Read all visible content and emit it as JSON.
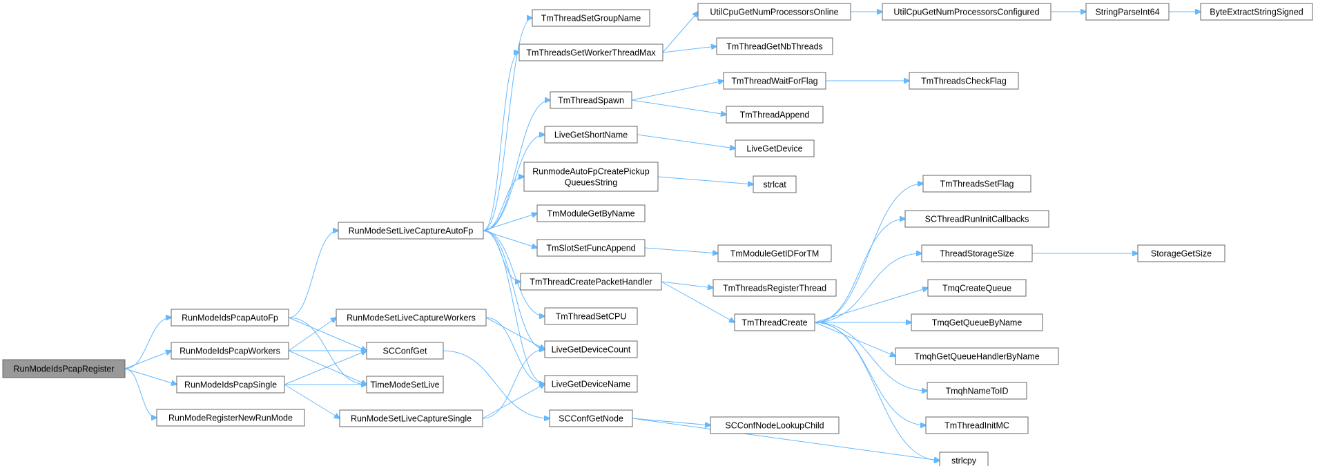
{
  "colors": {
    "edge": "#63b8ff",
    "node_border": "#666666",
    "root_fill": "#999999",
    "node_fill": "#ffffff"
  },
  "nodes": {
    "n_root": {
      "label": "RunModeIdsPcapRegister"
    },
    "n_autofp": {
      "label": "RunModeIdsPcapAutoFp"
    },
    "n_workers": {
      "label": "RunModeIdsPcapWorkers"
    },
    "n_single": {
      "label": "RunModeIdsPcapSingle"
    },
    "n_regnew": {
      "label": "RunModeRegisterNewRunMode"
    },
    "n_lcautofp": {
      "label": "RunModeSetLiveCaptureAutoFp"
    },
    "n_lcworkers": {
      "label": "RunModeSetLiveCaptureWorkers"
    },
    "n_lcsingle": {
      "label": "RunModeSetLiveCaptureSingle"
    },
    "n_scconfget": {
      "label": "SCConfGet"
    },
    "n_timemode": {
      "label": "TimeModeSetLive"
    },
    "n_setgroup": {
      "label": "TmThreadSetGroupName"
    },
    "n_getworkermax": {
      "label": "TmThreadsGetWorkerThreadMax"
    },
    "n_spawn": {
      "label": "TmThreadSpawn"
    },
    "n_liveshort": {
      "label": "LiveGetShortName"
    },
    "n_pickup": {
      "label": "RunmodeAutoFpCreatePickup",
      "label2": "QueuesString"
    },
    "n_modbyname": {
      "label": "TmModuleGetByName"
    },
    "n_slotappend": {
      "label": "TmSlotSetFuncAppend"
    },
    "n_createph": {
      "label": "TmThreadCreatePacketHandler"
    },
    "n_setcpu": {
      "label": "TmThreadSetCPU"
    },
    "n_livecount": {
      "label": "LiveGetDeviceCount"
    },
    "n_livename": {
      "label": "LiveGetDeviceName"
    },
    "n_confgetnode": {
      "label": "SCConfGetNode"
    },
    "n_cpuonline": {
      "label": "UtilCpuGetNumProcessorsOnline"
    },
    "n_cpuconf": {
      "label": "UtilCpuGetNumProcessorsConfigured"
    },
    "n_parseint": {
      "label": "StringParseInt64"
    },
    "n_byteextract": {
      "label": "ByteExtractStringSigned"
    },
    "n_nbthreads": {
      "label": "TmThreadGetNbThreads"
    },
    "n_waitflag": {
      "label": "TmThreadWaitForFlag"
    },
    "n_checkflag": {
      "label": "TmThreadsCheckFlag"
    },
    "n_append": {
      "label": "TmThreadAppend"
    },
    "n_livedevice": {
      "label": "LiveGetDevice"
    },
    "n_strlcat": {
      "label": "strlcat"
    },
    "n_modid": {
      "label": "TmModuleGetIDForTM"
    },
    "n_regthread": {
      "label": "TmThreadsRegisterThread"
    },
    "n_tcreate": {
      "label": "TmThreadCreate"
    },
    "n_lookupchild": {
      "label": "SCConfNodeLookupChild"
    },
    "n_setflag": {
      "label": "TmThreadsSetFlag"
    },
    "n_runinit": {
      "label": "SCThreadRunInitCallbacks"
    },
    "n_storagesize": {
      "label": "ThreadStorageSize"
    },
    "n_storageget": {
      "label": "StorageGetSize"
    },
    "n_tmqcreate": {
      "label": "TmqCreateQueue"
    },
    "n_tmqget": {
      "label": "TmqGetQueueByName"
    },
    "n_tmqh": {
      "label": "TmqhGetQueueHandlerByName"
    },
    "n_tmqhid": {
      "label": "TmqhNameToID"
    },
    "n_initmc": {
      "label": "TmThreadInitMC"
    },
    "n_strlcpy": {
      "label": "strlcpy"
    }
  }
}
